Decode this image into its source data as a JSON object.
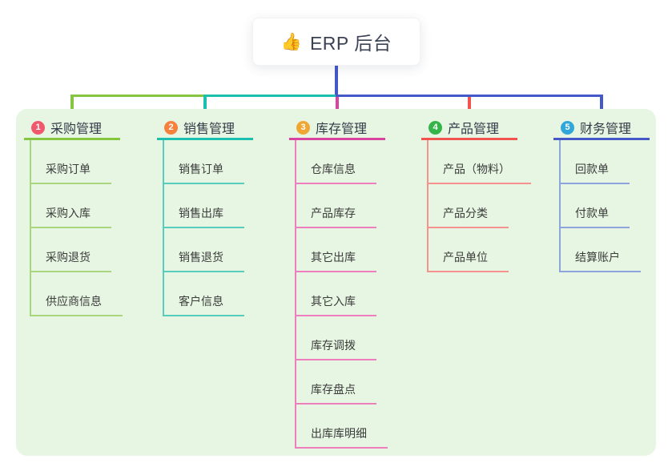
{
  "root": {
    "icon": "👍",
    "title": "ERP 后台"
  },
  "colors": {
    "panel_bg": "#e6f6e2",
    "root_connector": "#4458c8",
    "text": "#3c3c3c"
  },
  "branches": [
    {
      "index": "1",
      "label": "采购管理",
      "badge_color": "#f0596c",
      "line_color": "#85c540",
      "child_line_color": "#a9d67c",
      "children": [
        "采购订单",
        "采购入库",
        "采购退货",
        "供应商信息"
      ]
    },
    {
      "index": "2",
      "label": "销售管理",
      "badge_color": "#f5813d",
      "line_color": "#1abfae",
      "child_line_color": "#56cdbd",
      "children": [
        "销售订单",
        "销售出库",
        "销售退货",
        "客户信息"
      ]
    },
    {
      "index": "3",
      "label": "库存管理",
      "badge_color": "#f0a632",
      "line_color": "#d9459e",
      "child_line_color": "#ee7fbe",
      "children": [
        "仓库信息",
        "产品库存",
        "其它出库",
        "其它入库",
        "库存调拨",
        "库存盘点",
        "出库库明细"
      ]
    },
    {
      "index": "4",
      "label": "产品管理",
      "badge_color": "#35b44a",
      "line_color": "#f2534e",
      "child_line_color": "#f5928e",
      "children": [
        "产品（物料）",
        "产品分类",
        "产品单位"
      ]
    },
    {
      "index": "5",
      "label": "财务管理",
      "badge_color": "#31a6d9",
      "line_color": "#4458c8",
      "child_line_color": "#8da4dc",
      "children": [
        "回款单",
        "付款单",
        "结算账户"
      ]
    }
  ]
}
